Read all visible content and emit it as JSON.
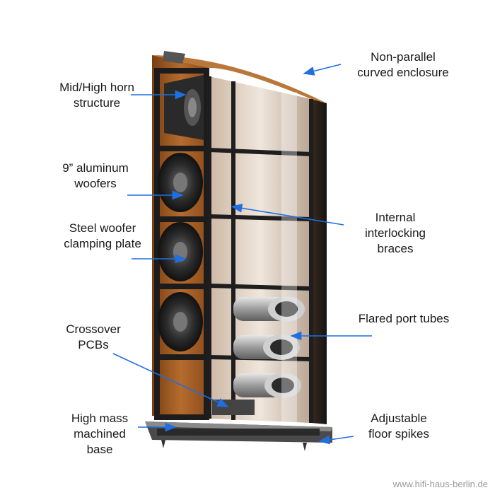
{
  "callouts": {
    "mid_high_horn": [
      "Mid/High horn",
      "structure"
    ],
    "aluminum_woofers": [
      "9” aluminum",
      "woofers"
    ],
    "woofer_plate": [
      "Steel woofer",
      "clamping plate"
    ],
    "crossover_pcbs": [
      "Crossover",
      "PCBs"
    ],
    "base": [
      "High mass",
      "machined",
      "base"
    ],
    "enclosure": [
      "Non-parallel",
      "curved enclosure"
    ],
    "braces": [
      "Internal",
      "interlocking",
      "braces"
    ],
    "port_tubes": [
      "Flared port tubes"
    ],
    "floor_spikes": [
      "Adjustable",
      "floor spikes"
    ]
  },
  "watermark": "www.hifi-haus-berlin.de",
  "colors": {
    "arrow": "#1f6fe0",
    "wood": "#a9642a",
    "frame": "#1c1c1c",
    "glass": "#d8c7b7"
  }
}
